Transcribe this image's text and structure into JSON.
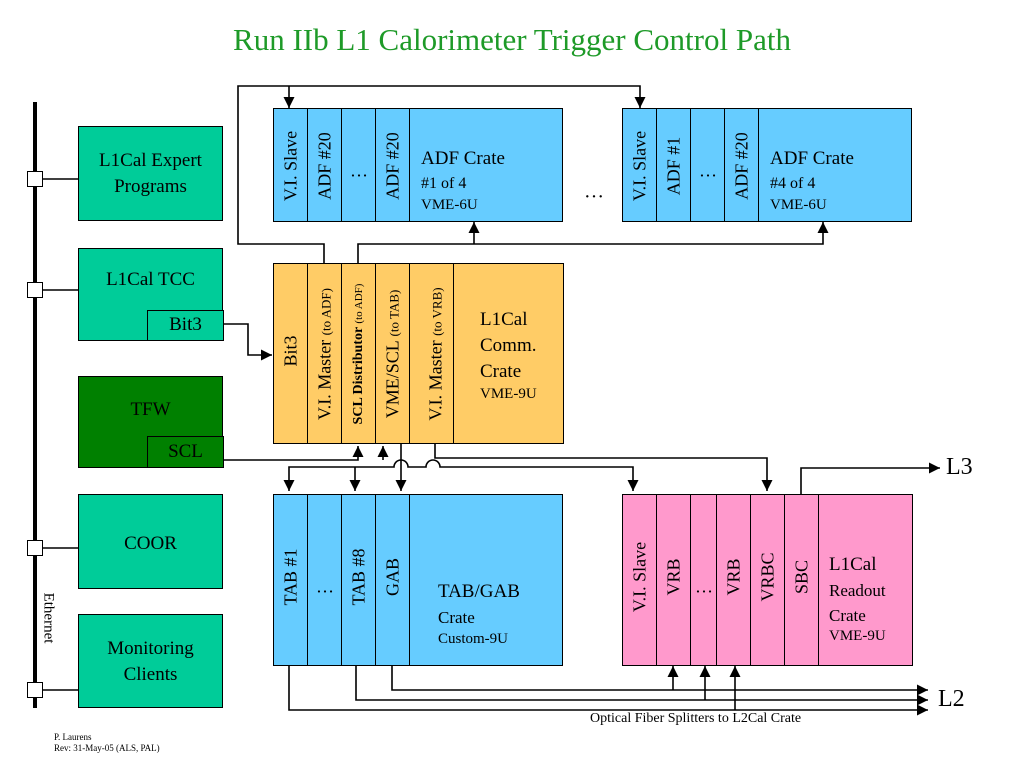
{
  "title": "Run IIb L1 Calorimeter Trigger Control Path",
  "left_boxes": {
    "expert": "L1Cal Expert Programs",
    "expert_l1": "L1Cal Expert",
    "expert_l2": "Programs",
    "tcc": "L1Cal TCC",
    "tcc_bit3": "Bit3",
    "tfw": "TFW",
    "tfw_scl": "SCL",
    "coor": "COOR",
    "mon_l1": "Monitoring",
    "mon_l2": "Clients"
  },
  "ethernet_label": "Ethernet",
  "adf_crate_1": {
    "slots": [
      "V.I. Slave",
      "ADF #20",
      "…",
      "ADF #20"
    ],
    "name": "ADF Crate",
    "number": "#1 of 4",
    "form": "VME-6U"
  },
  "between_adf_dots": "…",
  "adf_crate_4": {
    "slots": [
      "V.I. Slave",
      "ADF #1",
      "…",
      "ADF #20"
    ],
    "name": "ADF Crate",
    "number": "#4 of 4",
    "form": "VME-6U"
  },
  "comm_crate": {
    "bit3": "Bit3",
    "vi_master": "V.I. Master",
    "vi_master_note": "(to ADF)",
    "scl_dist": "SCL Distributor",
    "scl_dist_note": "(to ADF)",
    "vme_scl": "VME/SCL",
    "vme_scl_note": "(to TAB)",
    "vi_master2": "V.I. Master",
    "vi_master2_note": "(to VRB)",
    "name_l1": "L1Cal",
    "name_l2": "Comm.",
    "name_l3": "Crate",
    "form": "VME-9U"
  },
  "tab_crate": {
    "slots": [
      "TAB #1",
      "…",
      "TAB #8",
      "GAB"
    ],
    "name": "TAB/GAB",
    "sub": "Crate",
    "form": "Custom-9U"
  },
  "readout_crate": {
    "slots": [
      "V.I. Slave",
      "VRB",
      "…",
      "VRB",
      "VRBC",
      "SBC"
    ],
    "name_l1": "L1Cal",
    "name_l2": "Readout",
    "name_l3": "Crate",
    "form": "VME-9U"
  },
  "outputs": {
    "l3": "L3",
    "l2": "L2"
  },
  "splitters_label": "Optical Fiber Splitters to L2Cal Crate",
  "footer": {
    "author": "P. Laurens",
    "rev": "Rev: 31-May-05 (ALS, PAL)"
  }
}
